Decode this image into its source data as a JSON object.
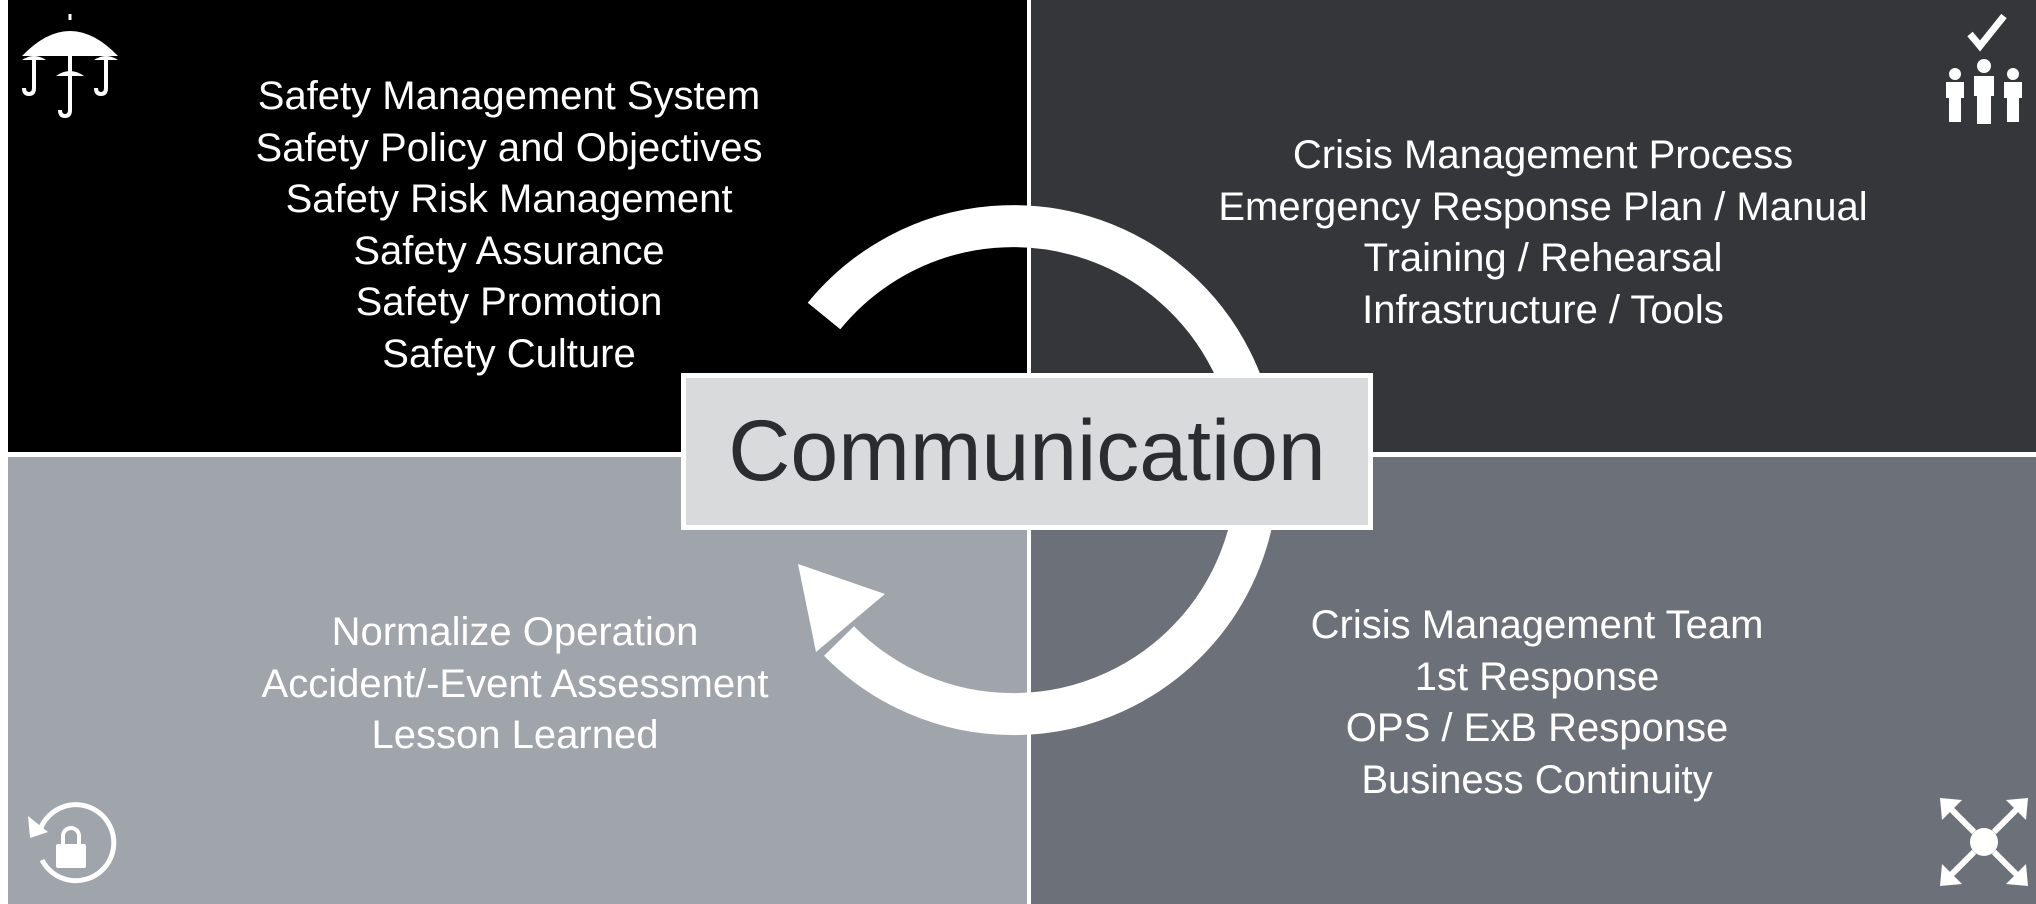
{
  "colors": {
    "top_left": "#000000",
    "top_right": "#35363a",
    "bottom_left": "#a0a4ab",
    "bottom_right": "#6c7078",
    "divider": "#ffffff",
    "center_box": "#d9dadc",
    "center_text": "#2b2c2f",
    "arrow": "#ffffff"
  },
  "center": {
    "label": "Communication"
  },
  "quadrants": {
    "top_left": {
      "icon": "umbrellas-icon",
      "lines": [
        "Safety Management System",
        "Safety Policy and Objectives",
        "Safety Risk Management",
        "Safety Assurance",
        "Safety Promotion",
        "Safety Culture"
      ]
    },
    "top_right": {
      "icon": "team-check-icon",
      "lines": [
        "Crisis Management Process",
        "Emergency Response Plan / Manual",
        "Training / Rehearsal",
        "Infrastructure / Tools"
      ]
    },
    "bottom_left": {
      "icon": "restore-lock-icon",
      "lines": [
        "Normalize Operation",
        "Accident/-Event Assessment",
        "Lesson Learned"
      ]
    },
    "bottom_right": {
      "icon": "expand-arrows-icon",
      "lines": [
        "Crisis Management Team",
        "1st Response",
        "OPS / ExB Response",
        "Business Continuity"
      ]
    }
  }
}
